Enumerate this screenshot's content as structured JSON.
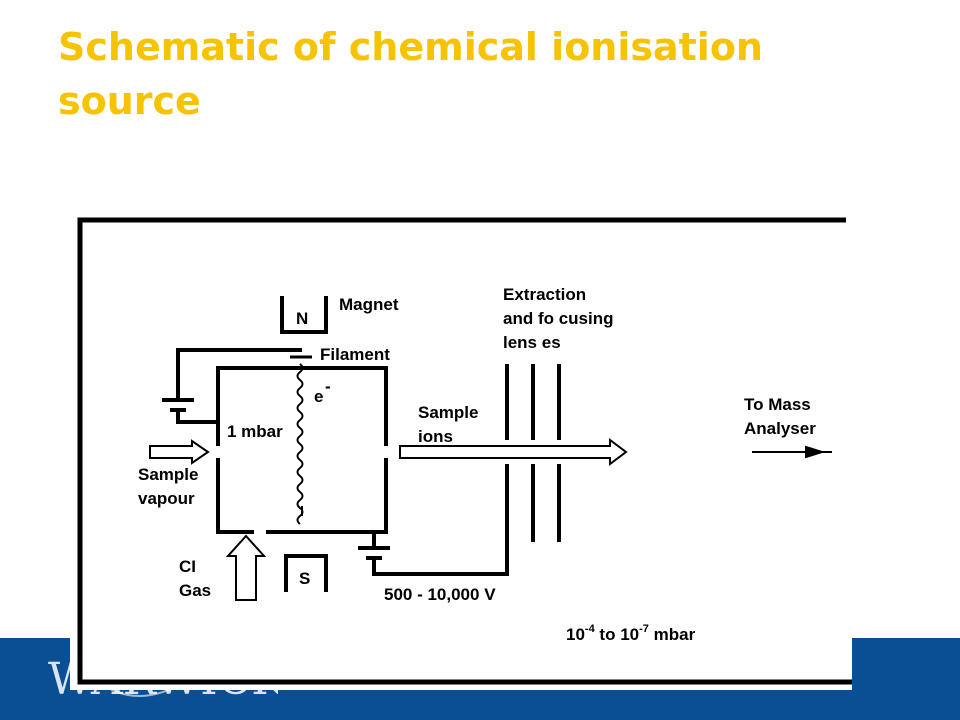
{
  "slide": {
    "title": "Schematic of chemical ionisation source",
    "title_color": "#F5C300",
    "footer_color": "#0A4F94",
    "logo_text": "WARWICK"
  },
  "diagram": {
    "labels": {
      "magnet": "Magnet",
      "magnet_pole_n": "N",
      "magnet_pole_s": "S",
      "filament": "Filament",
      "electron": "e",
      "electron_sup": "-",
      "pressure_source": "1 mbar",
      "sample_vapour_line1": "Sample",
      "sample_vapour_line2": "vapour",
      "ci_gas_line1": "CI",
      "ci_gas_line2": "Gas",
      "sample_ions_line1": "Sample",
      "sample_ions_line2": "ions",
      "lenses_line1": "Extraction",
      "lenses_line2": "and fo cusing",
      "lenses_line3": "lens es",
      "voltage": "500 - 10,000 V",
      "to_mass_line1": "To Mass",
      "to_mass_line2": "Analyser",
      "vacuum_base1": "10",
      "vacuum_exp1": "-4",
      "vacuum_mid": " to 10",
      "vacuum_exp2": "-7",
      "vacuum_end": " mbar"
    }
  }
}
